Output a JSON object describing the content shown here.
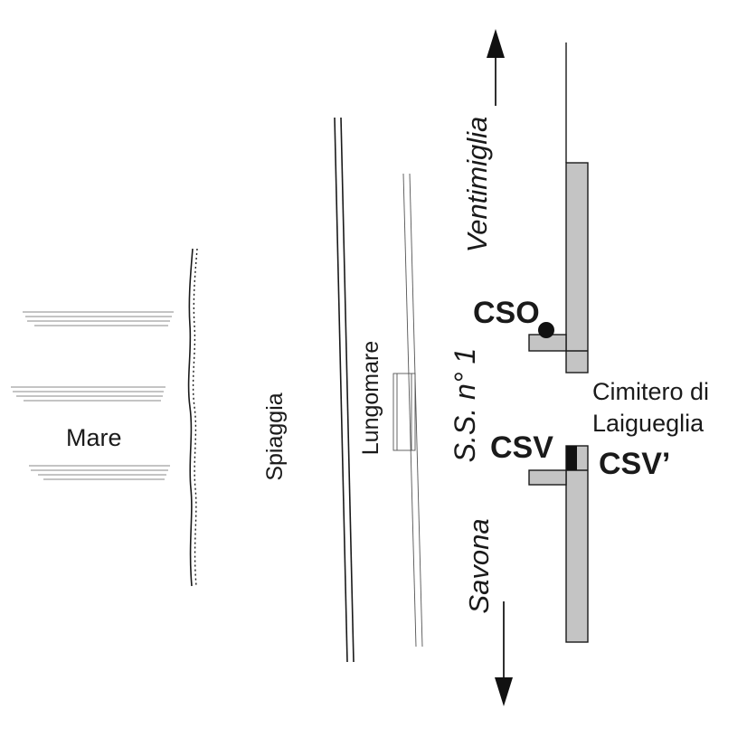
{
  "labels": {
    "sea": "Mare",
    "beach": "Spiaggia",
    "promenade": "Lungomare",
    "road": "S.S. n° 1",
    "north_destination": "Ventimiglia",
    "south_destination": "Savona",
    "cemetery_line1": "Cimitero di",
    "cemetery_line2": "Laigueglia",
    "site_cso": "CSO",
    "site_csv": "CSV",
    "site_csv_prime": "CSV’"
  },
  "colors": {
    "line": "#1a1a1a",
    "wall_fill": "#c4c4c4",
    "marker_fill": "#111111",
    "background": "#ffffff"
  }
}
